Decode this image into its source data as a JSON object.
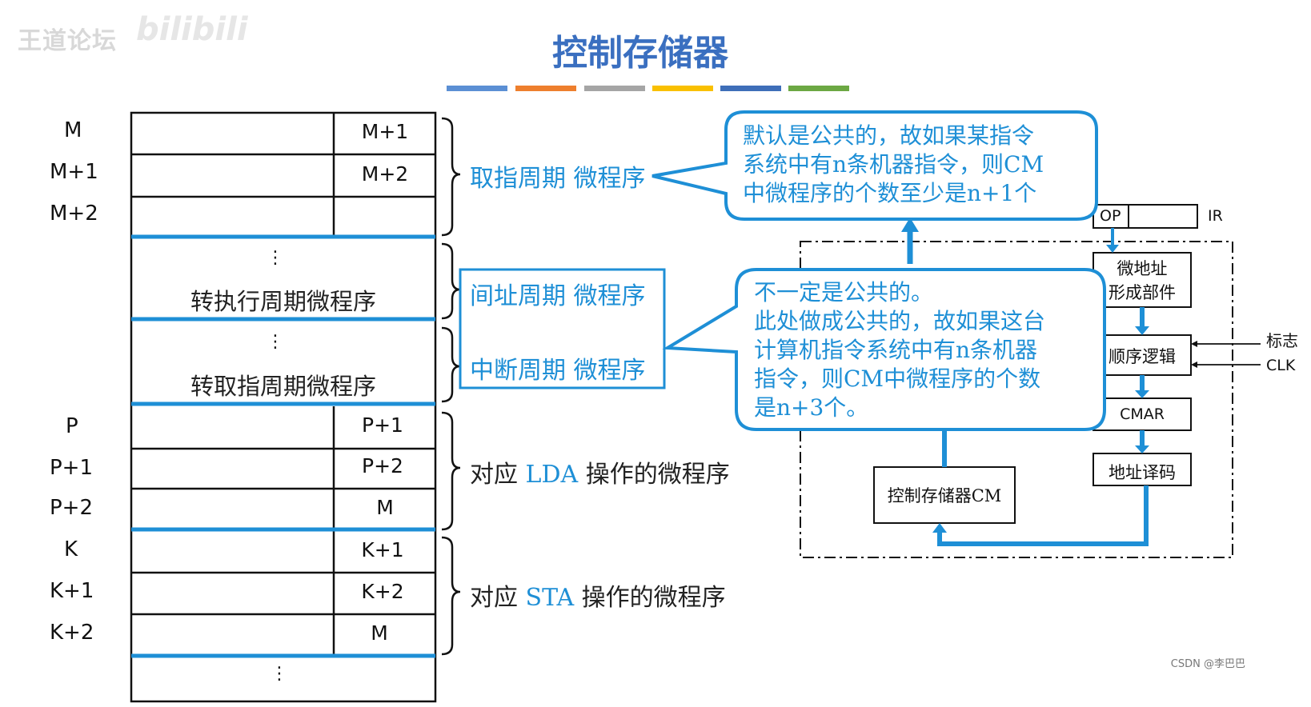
{
  "watermark": "王道论坛",
  "watermark_logo": "bilibili",
  "title": "控制存储器",
  "colors": {
    "accent_blue": "#1e8fd6",
    "title_blue": "#3a6fc0",
    "color_bar": [
      "#5b8fd4",
      "#ee7f2d",
      "#a5a5a5",
      "#f9c000",
      "#3e6eb8",
      "#6ca843"
    ]
  },
  "memory": {
    "rows": [
      {
        "addr": "M",
        "next": "M+1"
      },
      {
        "addr": "M+1",
        "next": "M+2"
      },
      {
        "addr": "M+2",
        "next": ""
      },
      {
        "addr": "P",
        "next": "P+1"
      },
      {
        "addr": "P+1",
        "next": "P+2"
      },
      {
        "addr": "P+2",
        "next": "M"
      },
      {
        "addr": "K",
        "next": "K+1"
      },
      {
        "addr": "K+1",
        "next": "K+2"
      },
      {
        "addr": "K+2",
        "next": "M"
      }
    ],
    "indirect_block": {
      "dots": "⋮",
      "text": "转执行周期微程序"
    },
    "interrupt_block": {
      "dots": "⋮",
      "text": "转取指周期微程序"
    },
    "bottom_dots": "⋮"
  },
  "labels": {
    "fetch": "取指周期 微程序",
    "indirect": "间址周期 微程序",
    "interrupt": "中断周期 微程序",
    "lda_pre": "对应 ",
    "lda_op": "LDA",
    "lda_post": " 操作的微程序",
    "sta_pre": "对应 ",
    "sta_op": "STA",
    "sta_post": " 操作的微程序"
  },
  "callouts": {
    "top": [
      "默认是公共的，故如果某指令",
      "系统中有n条机器指令，则CM",
      "中微程序的个数至少是n+1个"
    ],
    "bottom": [
      "不一定是公共的。",
      "此处做成公共的，故如果这台",
      "计算机指令系统中有n条机器",
      "指令，则CM中微程序的个数",
      "是n+3个。"
    ]
  },
  "controller": {
    "op": "OP",
    "ir": "IR",
    "addr_gen": [
      "微地址",
      "形成部件"
    ],
    "seq_logic": "顺序逻辑",
    "flag": "标志",
    "clk": "CLK",
    "cmar": "CMAR",
    "decode": "地址译码",
    "cm": "控制存储器CM"
  },
  "footer": "CSDN @李巴巴"
}
